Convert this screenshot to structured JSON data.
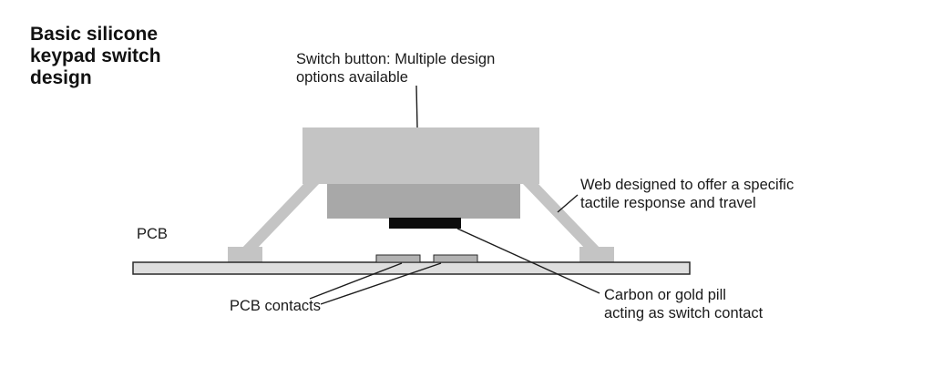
{
  "title": "Basic silicone\nkeypad switch\ndesign",
  "labels": {
    "switch_button": "Switch button: Multiple design\noptions available",
    "web": "Web designed to offer a specific\ntactile response and travel",
    "pcb": "PCB",
    "pcb_contacts": "PCB contacts",
    "pill": "Carbon or gold pill\nacting as switch contact"
  },
  "colors": {
    "background": "#ffffff",
    "button_body": "#c4c4c4",
    "button_inner": "#a8a8a8",
    "pill": "#0d0d0d",
    "pcb_board": "#dedede",
    "contact": "#b2b2b2",
    "outline": "#2a2a2a",
    "leader_line": "#1c1c1c",
    "text": "#1a1a1a"
  }
}
